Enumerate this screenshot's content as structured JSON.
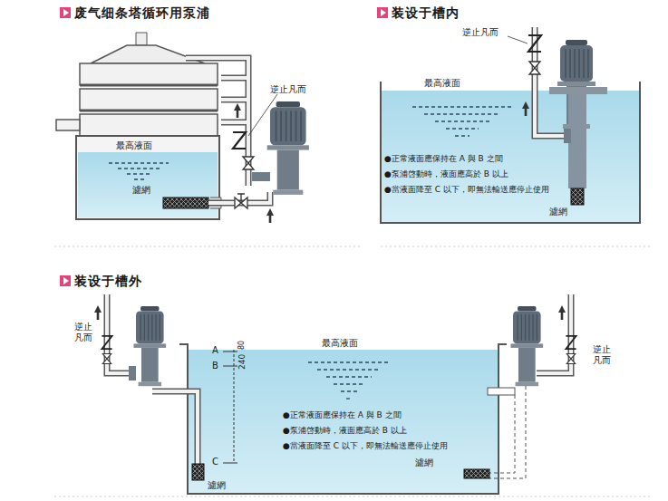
{
  "diagram": {
    "labels": [
      "废气细条塔循环用泵浦",
      "逆止凡而",
      "最高液面",
      "濾網",
      "装设于槽内",
      "逆止凡而",
      "最高液面",
      "●正常液面應保持在 A 與 B 之間",
      "●泵浦啓動時，液面應高於 B 以上",
      "●當液面降至 C 以下，即無法輸送應停止使用",
      "濾網",
      "装设于槽外",
      "逆止 凡而",
      "最高液面",
      "A",
      "B",
      "240",
      "80",
      "C",
      "●正常液面應保持在 A 與 B 之間",
      "●泵浦啓動時，液面應高於 B 以上",
      "●當液面降至 C 以下，即無法輸送應停止使用",
      "濾網",
      "逆止 凡而",
      "濾網"
    ]
  }
}
